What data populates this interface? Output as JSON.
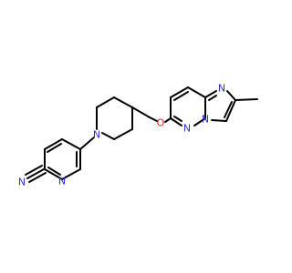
{
  "molecule": {
    "atoms": {
      "n_nitrile": "N",
      "n_pyridine": "N",
      "n_piperidine": "N",
      "o_ether": "O",
      "n_pyridazine_a": "N",
      "n_pyridazine_b": "N",
      "n_imidazole": "N"
    },
    "colors": {
      "carbon_bond": "#000000",
      "nitrogen": "#2f2fcf",
      "oxygen": "#e02020"
    }
  }
}
